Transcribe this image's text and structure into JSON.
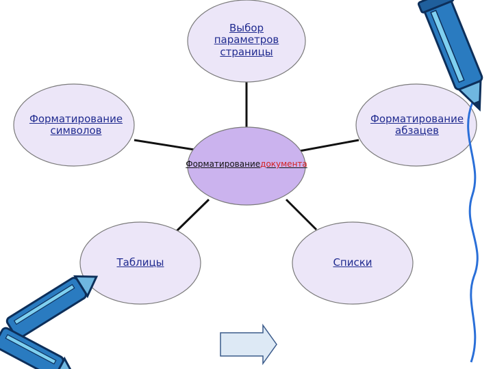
{
  "diagram": {
    "center": {
      "lines": [
        "Форматирование",
        "документа"
      ]
    },
    "nodes": [
      {
        "id": "top",
        "lines": [
          "Выбор",
          "параметров",
          "страницы"
        ]
      },
      {
        "id": "left",
        "lines": [
          "Форматирование",
          " символов"
        ]
      },
      {
        "id": "right",
        "lines": [
          "Форматирование",
          " абзацев"
        ]
      },
      {
        "id": "bottom-left",
        "lines": [
          "Таблицы"
        ]
      },
      {
        "id": "bottom-right",
        "lines": [
          "Списки"
        ]
      }
    ]
  },
  "colors": {
    "node_fill": "#ece6f8",
    "center_fill": "#cbb3ee",
    "node_stroke": "#7a7a7a",
    "connector": "#111111",
    "outer_text": "#1f2a8f",
    "center_text": "#111111",
    "pencil_blue": "#2a7bc0",
    "pencil_dark": "#0d2f5a",
    "vine": "#2a6fd8",
    "arrow_fill": "#dde9f5",
    "arrow_stroke": "#3a5a8a"
  },
  "icons": {
    "pencil_top_right": "pencil-icon",
    "pencils_bottom_left": "pencils-icon",
    "nav_arrow": "right-arrow-icon"
  }
}
